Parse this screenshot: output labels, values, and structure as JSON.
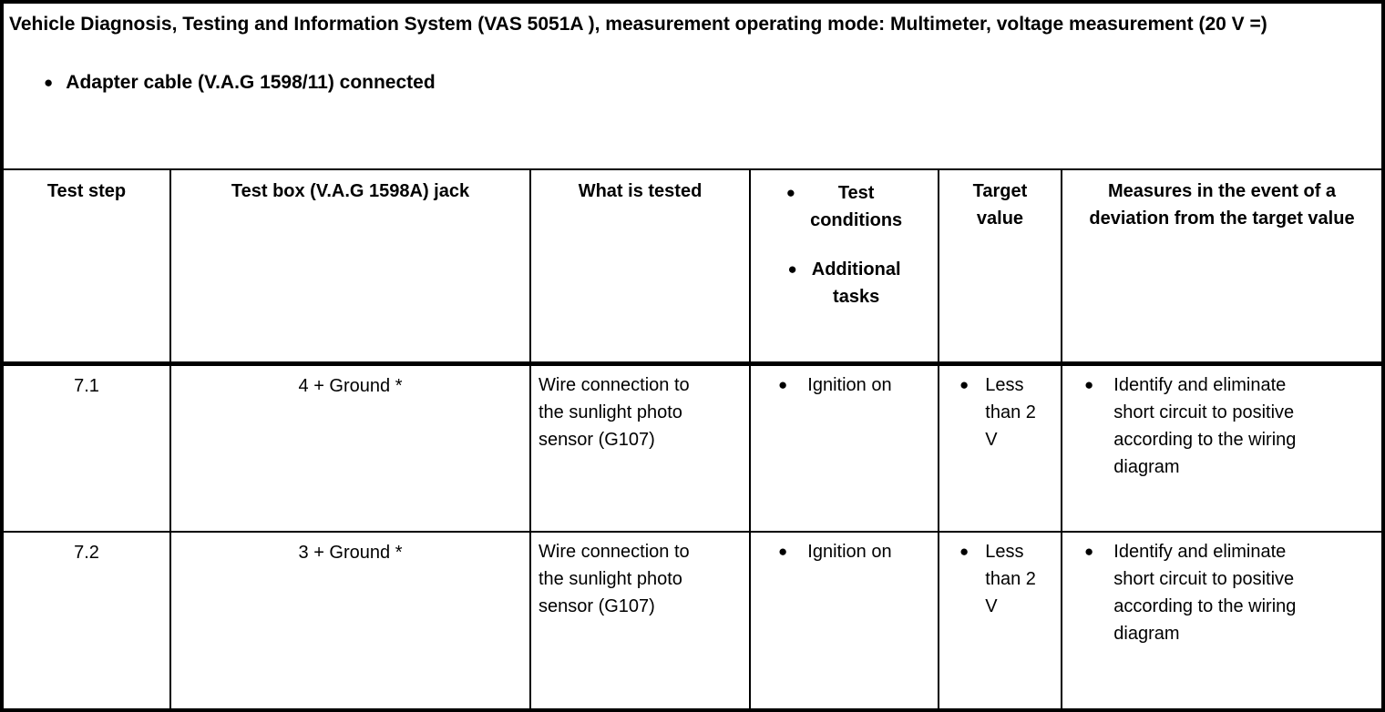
{
  "intro": {
    "title": "Vehicle Diagnosis, Testing and Information System (VAS 5051A ), measurement operating mode: Multimeter, voltage measurement (20 V =)",
    "bullet_note": "Adapter cable (V.A.G 1598/11) connected"
  },
  "icons": {
    "bullet": "●"
  },
  "colors": {
    "ink": "#000000",
    "paper": "#ffffff"
  },
  "table": {
    "headers": {
      "test_step": "Test step",
      "test_box": "Test box (V.A.G 1598A) jack",
      "what_tested": "What is tested",
      "conditions_items": [
        "Test conditions",
        "Additional tasks"
      ],
      "target_value": "Target value",
      "measures": "Measures in the event of a deviation from the target value"
    },
    "rows": [
      {
        "step": "7.1",
        "jack": "4 + Ground *",
        "tested": "Wire connection to the sunlight photo sensor (G107)",
        "condition": "Ignition on",
        "target": "Less than 2 V",
        "measure": "Identify and eliminate short circuit to positive according to the wiring diagram"
      },
      {
        "step": "7.2",
        "jack": "3 + Ground *",
        "tested": "Wire connection to the sunlight photo sensor (G107)",
        "condition": "Ignition on",
        "target": "Less than 2 V",
        "measure": "Identify and eliminate short circuit to positive according to the wiring diagram"
      }
    ]
  }
}
